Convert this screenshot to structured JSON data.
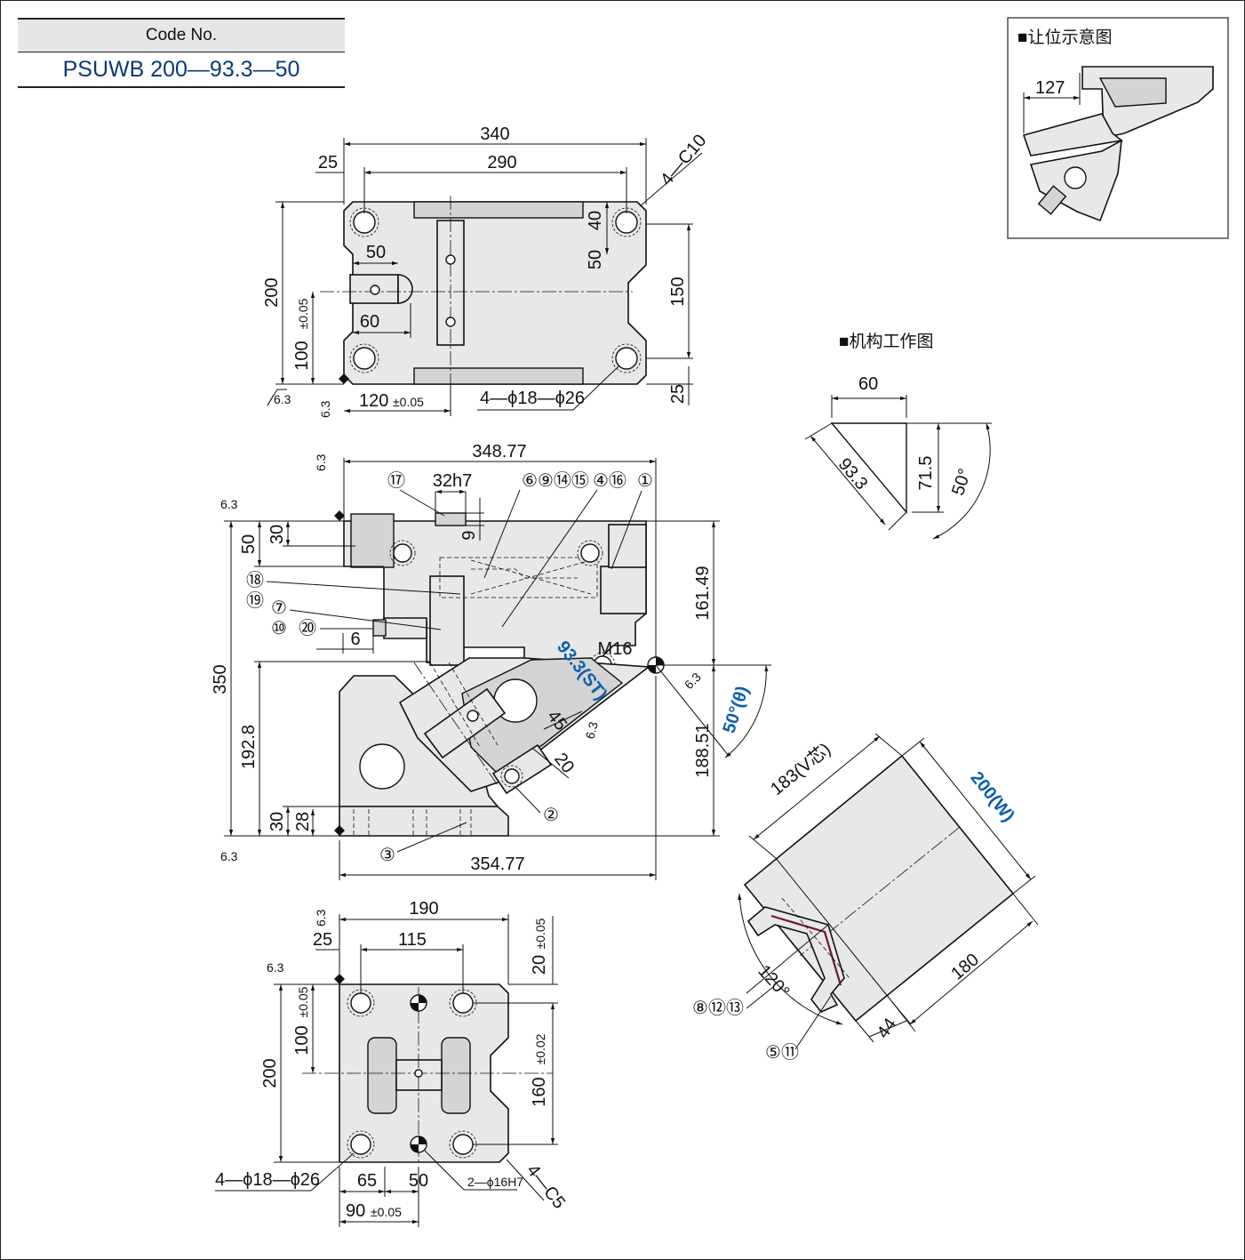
{
  "code_box": {
    "header": "Code No.",
    "value": "PSUWB 200—93.3—50"
  },
  "inset_clearance": {
    "title": "■让位示意图",
    "dim": "127"
  },
  "inset_mechanism": {
    "title": "■机构工作图",
    "dim_top": "60",
    "dim_side": "71.5",
    "dim_slant": "93.3",
    "dim_angle": "50°"
  },
  "top_view": {
    "dims": {
      "overall": "340",
      "inner": "290",
      "left_margin": "25",
      "chamfer": "4—C10",
      "d40": "40",
      "d50_right": "50",
      "d150": "150",
      "d25": "25",
      "d200": "200",
      "d100": "100",
      "d100_tol": "±0.05",
      "d50_slot": "50",
      "d60": "60",
      "d120": "120",
      "d120_tol": "±0.05",
      "holes": "4—ϕ18—ϕ26",
      "rough": "6.3"
    }
  },
  "front_view": {
    "dims": {
      "width": "348.77",
      "bottom_width": "354.77",
      "key": "32h7",
      "d9": "9",
      "d30": "30",
      "d50": "50",
      "d6": "6",
      "d350": "350",
      "d192_8": "192.8",
      "d30b": "30",
      "d28": "28",
      "d161_49": "161.49",
      "d188_51": "188.51",
      "thread": "M16",
      "stroke": "93.3(ST)",
      "angle": "50°(θ)",
      "d45": "45",
      "d20": "20",
      "rough": "6.3"
    },
    "balloons": [
      "⑰",
      "⑥⑨⑭⑮",
      "④⑯",
      "①",
      "⑱",
      "⑲",
      "⑦",
      "⑩",
      "⑳",
      "②",
      "③"
    ]
  },
  "bottom_view": {
    "dims": {
      "d190": "190",
      "d25": "25",
      "d115": "115",
      "d20": "20",
      "d20_tol": "±0.05",
      "d100": "100",
      "d100_tol": "±0.05",
      "d200": "200",
      "d160": "160",
      "d160_tol": "±0.02",
      "holes": "4—ϕ18—ϕ26",
      "d65": "65",
      "d50": "50",
      "pins": "2—ϕ16H7",
      "chamfer": "4—C5",
      "d90": "90",
      "d90_tol": "±0.05",
      "rough": "6.3"
    }
  },
  "side_view": {
    "dims": {
      "v_center": "183(V芯)",
      "width": "200(W)",
      "d180": "180",
      "d44": "44",
      "angle": "120°"
    },
    "balloons": [
      "⑧⑫⑬",
      "⑤⑪"
    ]
  },
  "colors": {
    "line": "#111111",
    "fill_light": "#e8e8e8",
    "fill_mid": "#d4d4d4",
    "accent_blue": "#0b5fae",
    "code_value": "#0b3a78"
  }
}
